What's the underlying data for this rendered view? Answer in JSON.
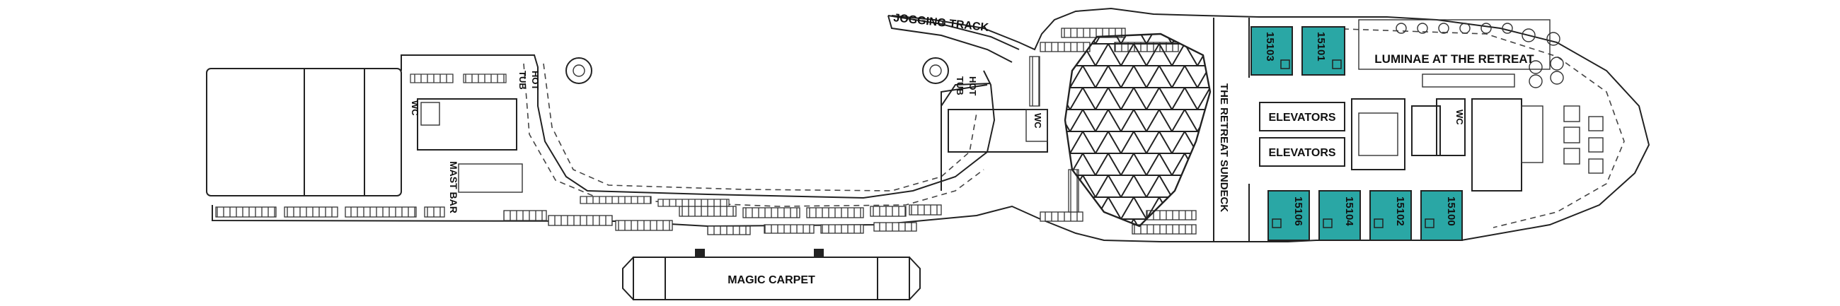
{
  "labels": {
    "jogging_track": "JOGGING TRACK",
    "hot_tub_left_1": "HOT",
    "hot_tub_left_2": "TUB",
    "hot_tub_mid_1": "HOT",
    "hot_tub_mid_2": "TUB",
    "wc_left": "WC",
    "wc_mid": "WC",
    "wc_right": "WC",
    "mast_bar": "MAST BAR",
    "magic_carpet": "MAGIC CARPET",
    "retreat_sundeck": "THE RETREAT SUNDECK",
    "elevators_top": "ELEVATORS",
    "elevators_bottom": "ELEVATORS",
    "luminae": "LUMINAE AT THE RETREAT"
  },
  "cabins": [
    "15103",
    "15101",
    "15106",
    "15104",
    "15102",
    "15100"
  ],
  "colors": {
    "cabin_fill": "#2aa7a5",
    "line": "#222222",
    "background": "#ffffff"
  }
}
